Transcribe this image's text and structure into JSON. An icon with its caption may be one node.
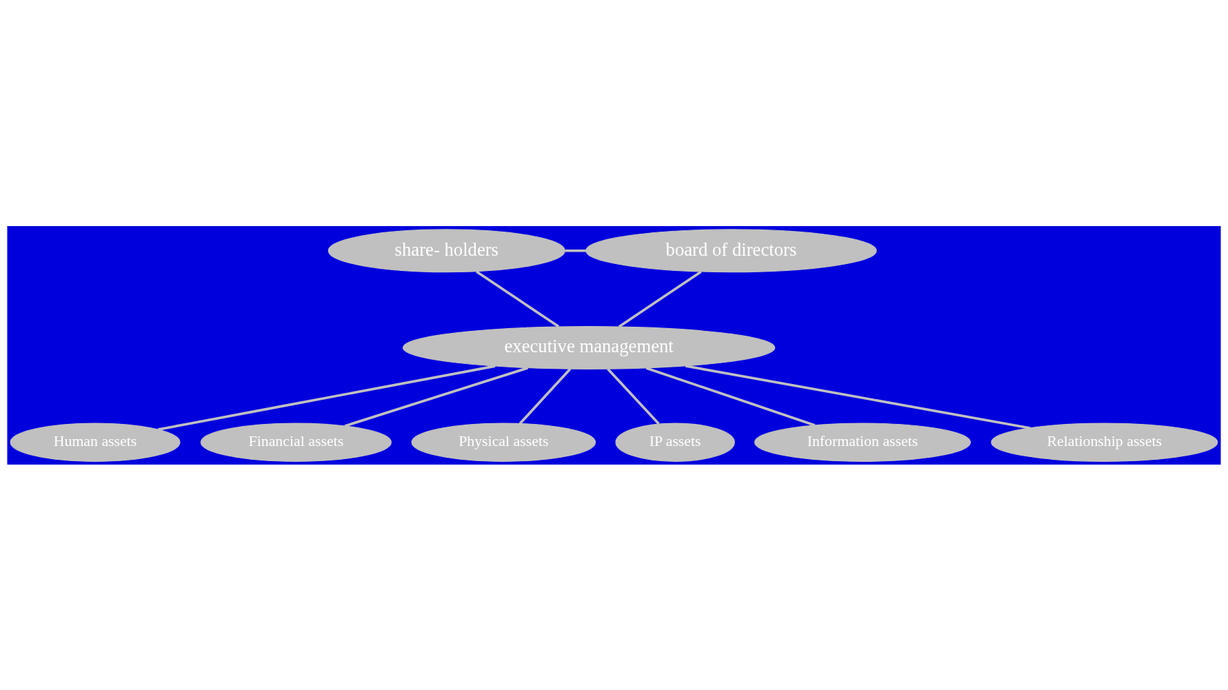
{
  "diagram": {
    "nodes": [
      {
        "text": [
          "share- holders"
        ]
      },
      {
        "text": [
          "board of directors"
        ]
      },
      {
        "text": [
          "executive management"
        ]
      },
      {
        "text": [
          "Human assets"
        ]
      },
      {
        "text": [
          "Financial assets"
        ]
      },
      {
        "text": [
          "Physical assets"
        ]
      },
      {
        "text": [
          "IP assets"
        ]
      },
      {
        "text": [
          "Information assets"
        ]
      },
      {
        "text": [
          "Relationship assets"
        ]
      }
    ],
    "edges": [
      {
        "from": 0,
        "to": 1,
        "arrow": "none"
      },
      {
        "from": 0,
        "to": 2,
        "arrow": "none"
      },
      {
        "from": 1,
        "to": 2,
        "arrow": "none"
      },
      {
        "from": 2,
        "to": 3,
        "arrow": "none"
      },
      {
        "from": 2,
        "to": 4,
        "arrow": "none"
      },
      {
        "from": 2,
        "to": 5,
        "arrow": "none"
      },
      {
        "from": 2,
        "to": 6,
        "arrow": "none"
      },
      {
        "from": 2,
        "to": 7,
        "arrow": "none"
      },
      {
        "from": 2,
        "to": 8,
        "arrow": "none"
      }
    ]
  }
}
